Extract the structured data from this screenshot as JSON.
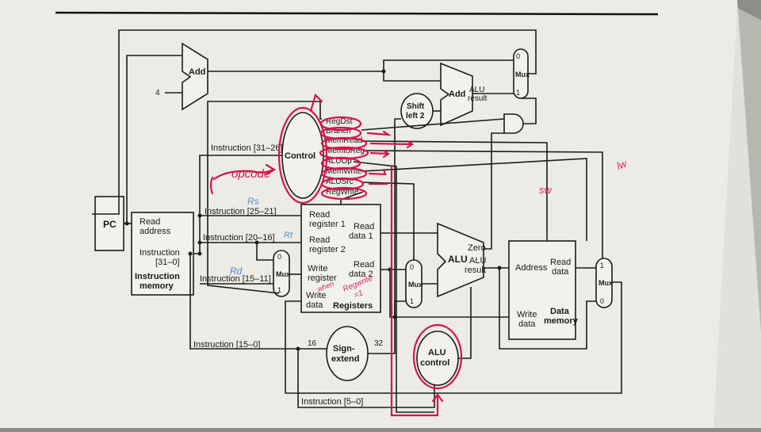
{
  "labels": {
    "pc": "PC",
    "add_top": "Add",
    "four": "4",
    "add_alu": "Add",
    "alu_result_top": "ALU",
    "alu_result_top2": "result",
    "shift_left_1": "Shift",
    "shift_left_2": "left 2",
    "control": "Control",
    "instr_31_26": "Instruction [31–26]",
    "instr_25_21": "Instruction [25–21]",
    "instr_20_16": "Instruction [20–16]",
    "instr_15_11": "Instruction [15–11]",
    "instr_15_0": "Instruction [15–0]",
    "instr_5_0": "Instruction [5–0]",
    "read_address_1": "Read",
    "read_address_2": "address",
    "instruction_1": "Instruction",
    "instruction_2": "[31–0]",
    "instr_mem_1": "Instruction",
    "instr_mem_2": "memory",
    "read_reg1_a": "Read",
    "read_reg1_b": "register 1",
    "read_reg2_a": "Read",
    "read_reg2_b": "register 2",
    "write_reg_a": "Write",
    "write_reg_b": "register",
    "write_data_a": "Write",
    "write_data_b": "data",
    "read_data1_a": "Read",
    "read_data1_b": "data 1",
    "read_data2_a": "Read",
    "read_data2_b": "data 2",
    "registers": "Registers",
    "sign_extend_1": "Sign-",
    "sign_extend_2": "extend",
    "sixteen": "16",
    "thirty_two": "32",
    "alu_main": "ALU",
    "zero": "Zero",
    "alu_result_1": "ALU",
    "alu_result_2": "result",
    "alu_control_1": "ALU",
    "alu_control_2": "control",
    "address": "Address",
    "read_data_a": "Read",
    "read_data_b": "data",
    "dm_write_a": "Write",
    "dm_write_b": "data",
    "data_memory_1": "Data",
    "data_memory_2": "memory",
    "mux": "Mux",
    "m0": "0",
    "m1": "1"
  },
  "control_signals": [
    "RegDst",
    "Branch",
    "MemRead",
    "MemtoReg",
    "ALUOp",
    "MemWrite",
    "ALUSrc",
    "RegWrite"
  ],
  "handwritten": {
    "opcode": "opcode",
    "rs": "Rs",
    "rt": "Rt",
    "rd": "Rd",
    "sw": "sw",
    "lw": "lw",
    "regwrite_note_1": "Regwrite",
    "regwrite_note_2": "=1",
    "regwrite_note_3": "when"
  },
  "colors": {
    "ink_red": "#d4154a",
    "ink_blue": "#4f8ec8",
    "paper": "#f3f1ec",
    "background": "#8e8c86"
  }
}
